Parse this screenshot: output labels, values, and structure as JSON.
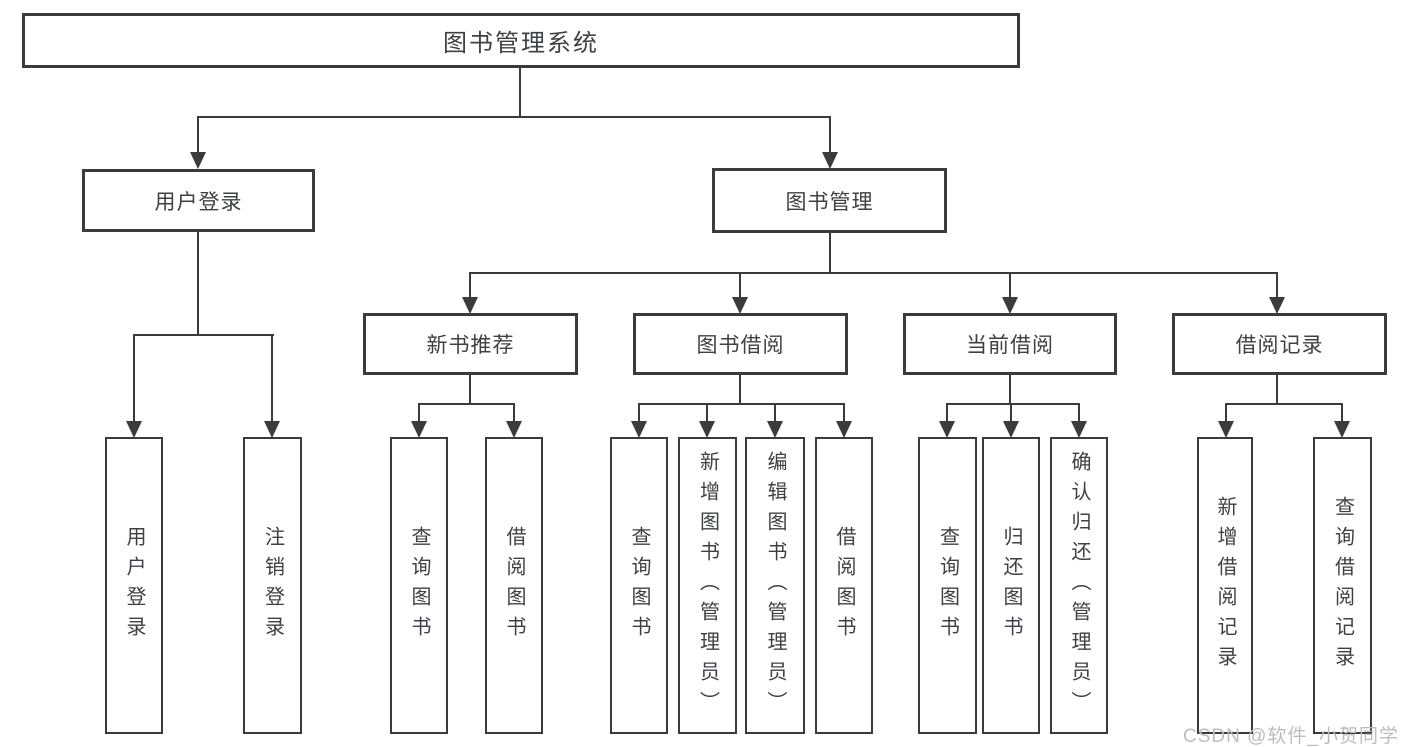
{
  "tree": {
    "label": "图书管理系统",
    "children": [
      {
        "label": "用户登录",
        "children": [
          {
            "label": "用户登录"
          },
          {
            "label": "注销登录"
          }
        ]
      },
      {
        "label": "图书管理",
        "children": [
          {
            "label": "新书推荐",
            "children": [
              {
                "label": "查询图书"
              },
              {
                "label": "借阅图书"
              }
            ]
          },
          {
            "label": "图书借阅",
            "children": [
              {
                "label": "查询图书"
              },
              {
                "label": "新增图书（管理员）"
              },
              {
                "label": "编辑图书（管理员）"
              },
              {
                "label": "借阅图书"
              }
            ]
          },
          {
            "label": "当前借阅",
            "children": [
              {
                "label": "查询图书"
              },
              {
                "label": "归还图书"
              },
              {
                "label": "确认归还（管理员）"
              }
            ]
          },
          {
            "label": "借阅记录",
            "children": [
              {
                "label": "新增借阅记录"
              },
              {
                "label": "查询借阅记录"
              }
            ]
          }
        ]
      }
    ]
  },
  "watermark": {
    "text": "CSDN @软件_小贺同学"
  },
  "colors": {
    "line": "#3b3b3b",
    "text": "#3f4045",
    "watermark": "#bdbdbd",
    "background": "#ffffff"
  }
}
